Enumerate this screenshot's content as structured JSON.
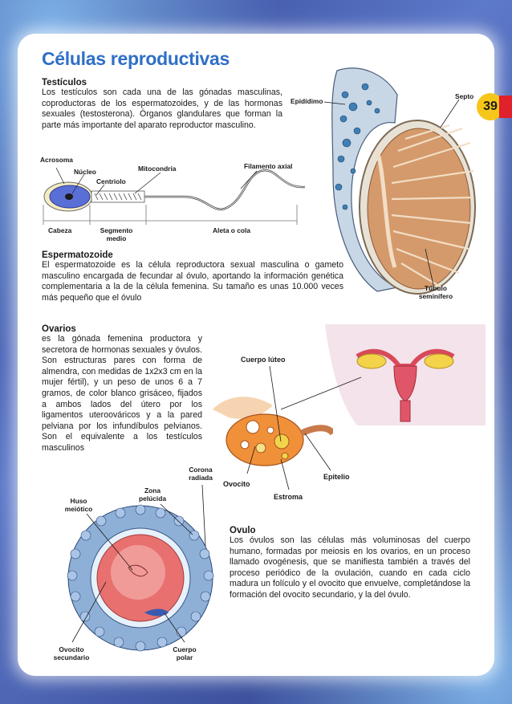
{
  "page": {
    "title": "Células reproductivas",
    "page_number": "39"
  },
  "testiculos": {
    "heading": "Testículos",
    "text": "Los testículos son cada una de las gónadas masculinas, coproductoras de los espermatozoides, y de las hormonas sexuales (testosterona). Órganos glandulares que forman la parte más importante del aparato reproductor masculino."
  },
  "testicle_labels": {
    "epididimo": "Epidídimo",
    "septo": "Septo",
    "tubulo": "Túbulo seminífero"
  },
  "sperm_labels": {
    "acrosoma": "Acrosoma",
    "nucleo": "Núcleo",
    "centriolo": "Centriolo",
    "mitocondria": "Mitocondria",
    "filamento": "Filamento axial",
    "cabeza": "Cabeza",
    "segmento": "Segmento medio",
    "aleta": "Aleta o cola"
  },
  "espermatozoide": {
    "heading": "Espermatozoide",
    "text": "El espermatozoide es la célula reproductora sexual masculina o gameto masculino encargada de fecundar al óvulo, aportando la información genética complementaria a la de la célula femenina.  Su tamaño es unas 10.000 veces más pequeño que el óvulo"
  },
  "ovarios": {
    "heading": "Ovarios",
    "text": "es la gónada femenina productora y secretora de hormonas sexuales y óvulos. Son estructuras pares con forma de almendra, con medidas de 1x2x3 cm en la mujer fértil), y un peso de unos 6 a 7 gramos, de color blanco grisáceo, fijados a ambos lados del útero por los ligamentos uteroováricos y a la pared pelviana por los infundíbulos pelvianos. Son el equivalente a los testículos masculinos"
  },
  "ovary_labels": {
    "cuerpo_luteo": "Cuerpo lúteo",
    "epitelio": "Epitelio",
    "ovocito": "Ovocito",
    "estroma": "Estroma"
  },
  "ovule_labels": {
    "corona": "Corona radiada",
    "zona": "Zona pelúcida",
    "huso": "Huso meiótico",
    "ovocito_sec": "Ovocito secundario",
    "cuerpo_polar": "Cuerpo polar"
  },
  "ovulo": {
    "heading": "Ovulo",
    "text": "Los óvulos son las células más voluminosas del cuerpo humano, formadas por meiosis en los ovarios, en un proceso llamado ovogénesis, que se manifiesta también a través del proceso periódico de la ovulación, cuando en cada ciclo madura un folículo y el ovocito que envuelve, completándose la formación del ovocito secundario, y la del óvulo."
  },
  "colors": {
    "title_blue": "#2f6fc7",
    "badge_yellow": "#f7c61a",
    "tab_red": "#e0202a"
  }
}
